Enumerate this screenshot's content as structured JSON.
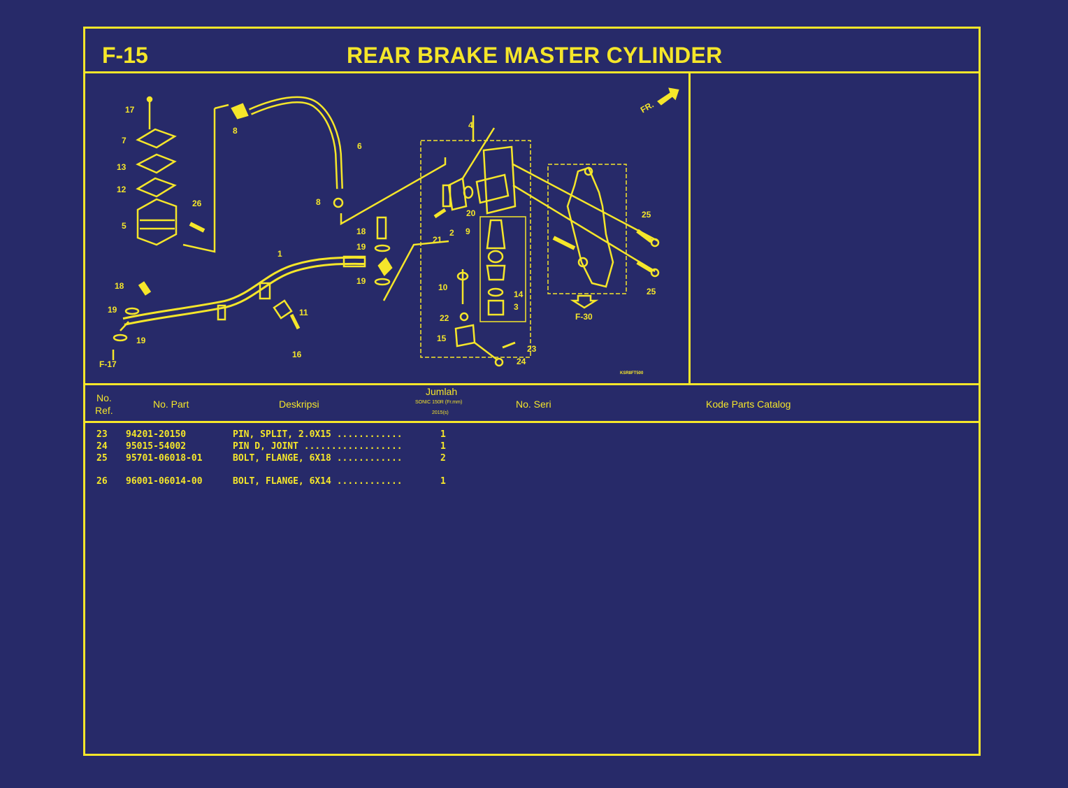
{
  "header": {
    "code": "F-15",
    "title": "REAR BRAKE MASTER CYLINDER"
  },
  "diagram": {
    "callouts": [
      "17",
      "7",
      "13",
      "12",
      "26",
      "5",
      "8",
      "6",
      "8",
      "4",
      "20",
      "2",
      "21",
      "9",
      "18",
      "19",
      "19",
      "1",
      "18",
      "19",
      "19",
      "F-17",
      "11",
      "16",
      "10",
      "14",
      "3",
      "22",
      "15",
      "23",
      "24",
      "25",
      "25",
      "F-30",
      "FR."
    ],
    "image_code": "KSR8FT500",
    "icons": [
      "fr-arrow-icon",
      "down-arrow-icon"
    ]
  },
  "table": {
    "headers": {
      "ref_line1": "No.",
      "ref_line2": "Ref.",
      "part": "No. Part",
      "desc": "Deskripsi",
      "qty": "Jumlah",
      "qty_model": "SONIC 150R (Fr.mm)",
      "qty_year": "2015(s)",
      "serial": "No. Seri",
      "catalog": "Kode Parts Catalog"
    },
    "rows": [
      {
        "ref": "23",
        "part": "94201-20150",
        "desc": "PIN, SPLIT, 2.0X15 ............",
        "qty": "1"
      },
      {
        "ref": "24",
        "part": "95015-54002",
        "desc": "PIN D, JOINT ..................",
        "qty": "1"
      },
      {
        "ref": "25",
        "part": "95701-06018-01",
        "desc": "BOLT, FLANGE, 6X18 ............",
        "qty": "2"
      },
      {
        "ref": "26",
        "part": "96001-06014-00",
        "desc": "BOLT, FLANGE, 6X14 ............",
        "qty": "1"
      }
    ]
  },
  "colors": {
    "background": "#272a69",
    "foreground": "#f5e62a"
  }
}
